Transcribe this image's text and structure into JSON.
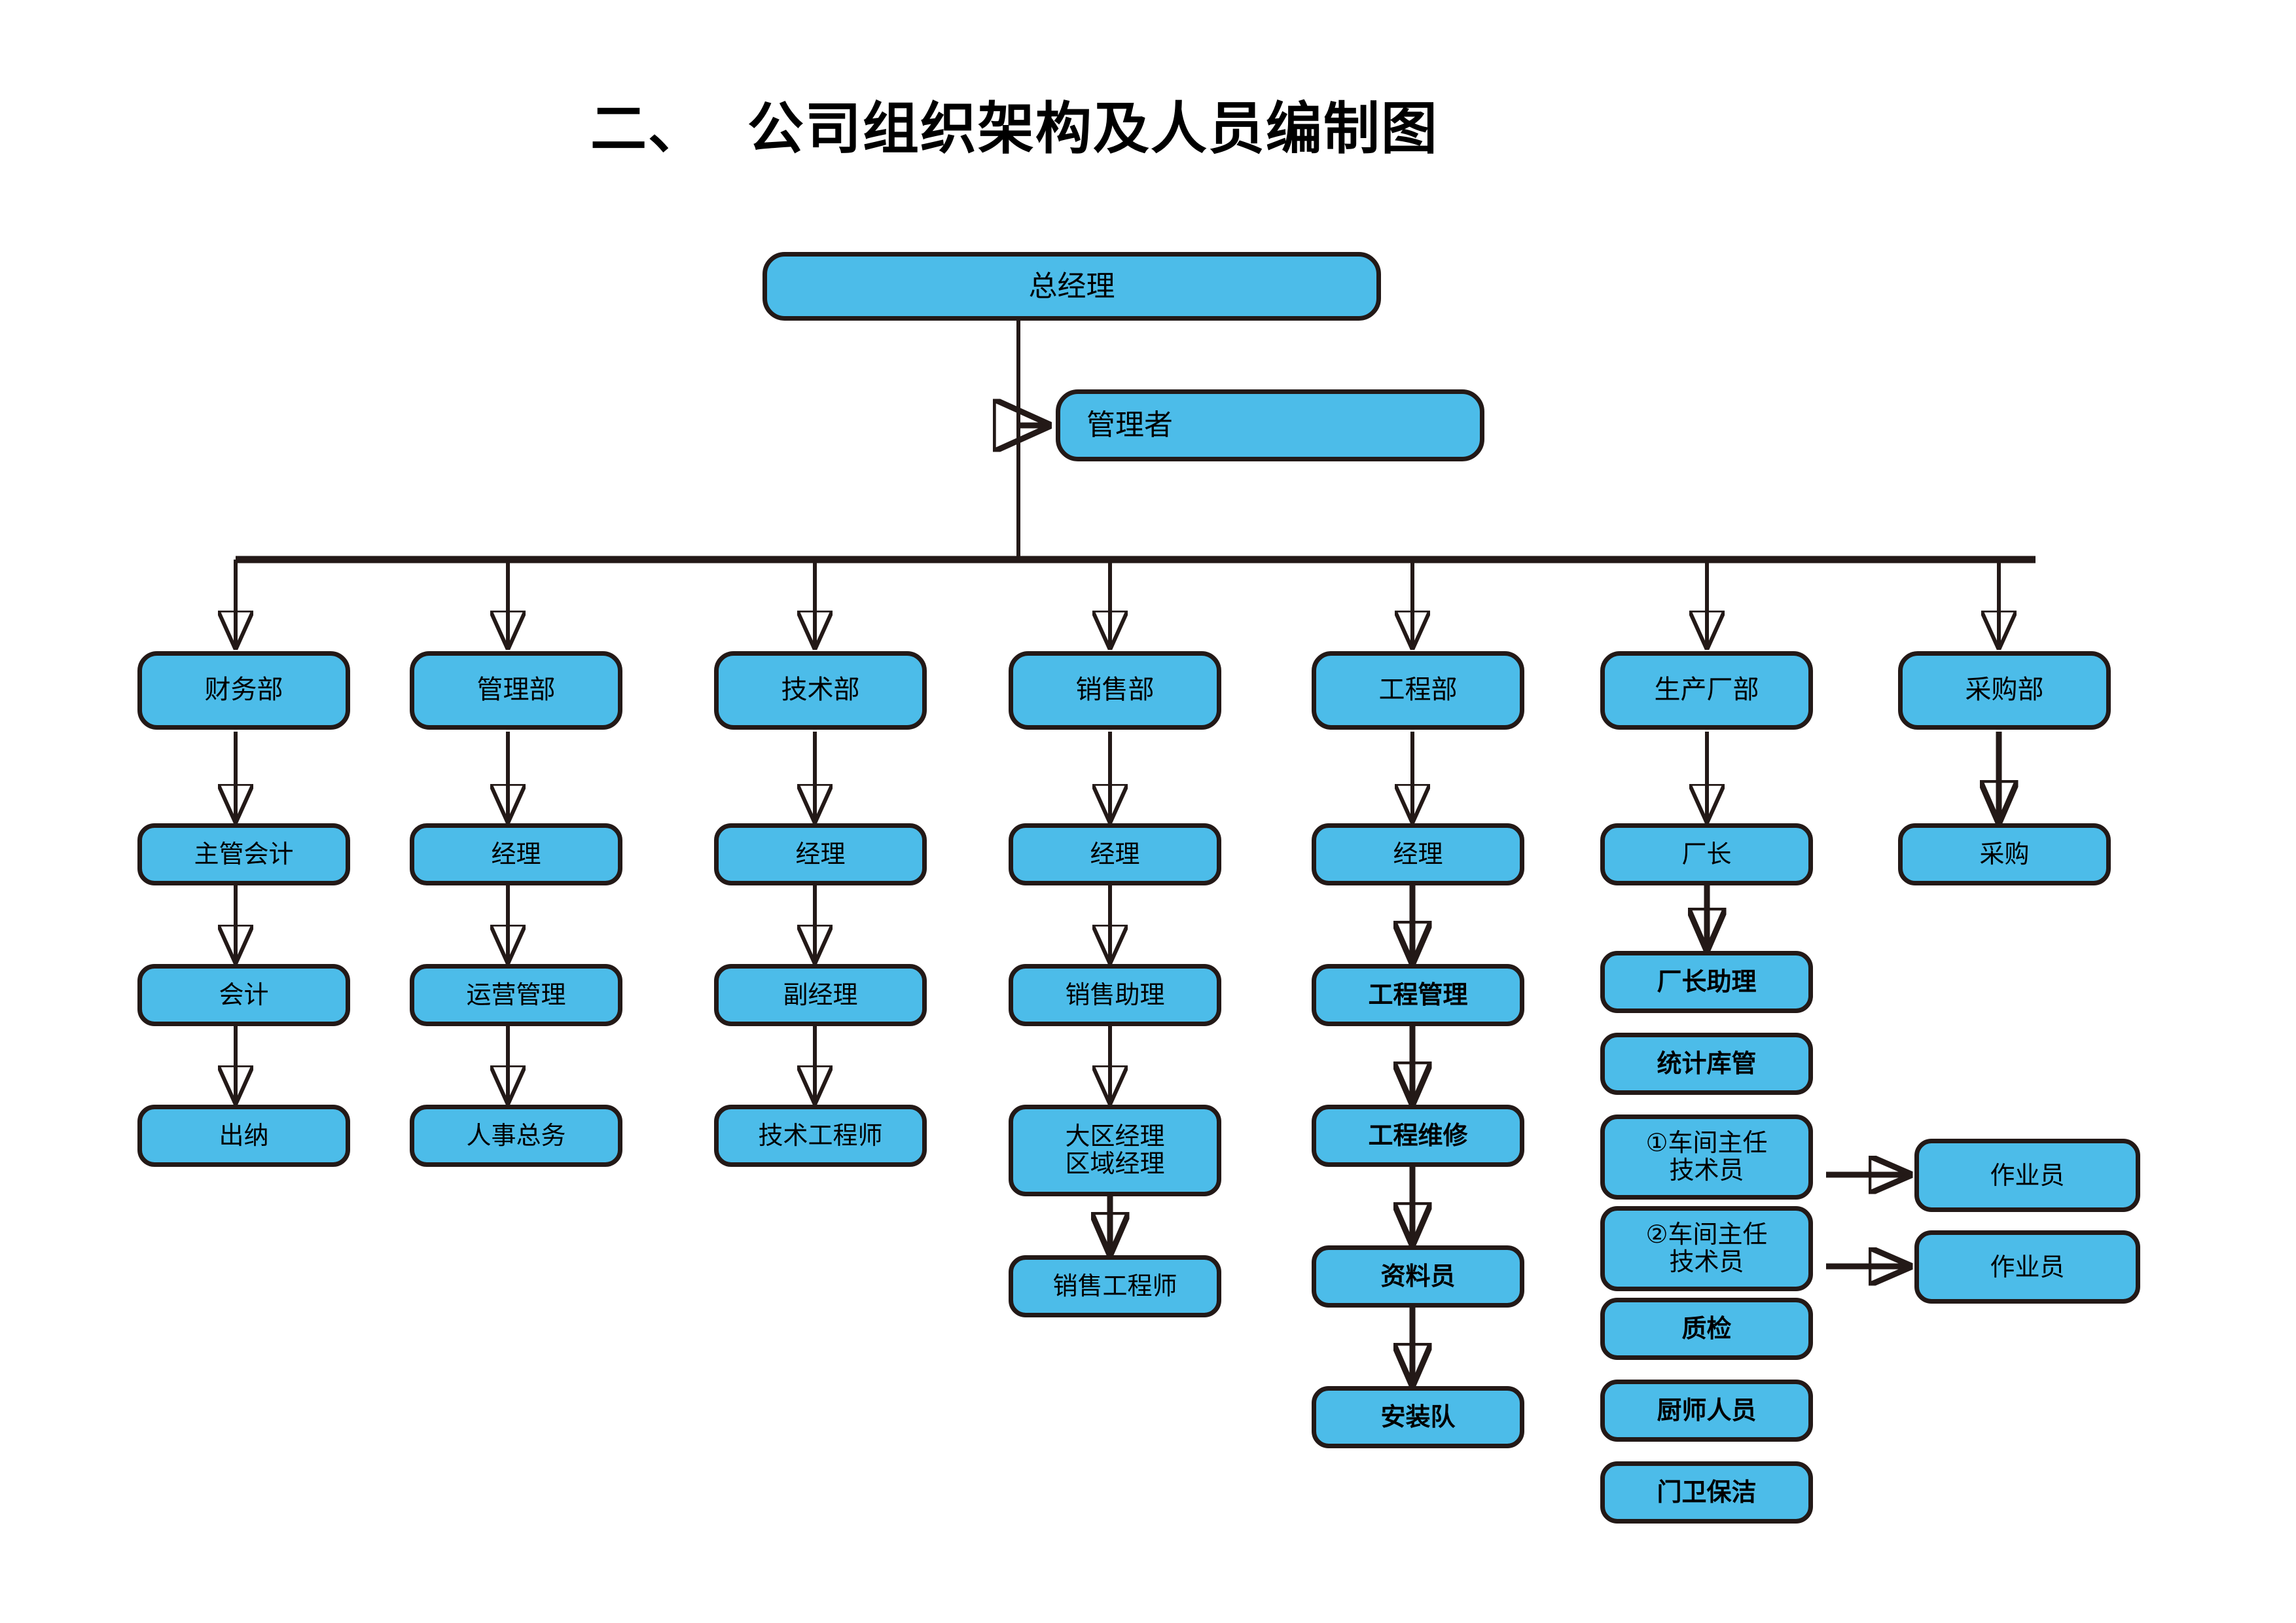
{
  "title": "二、  公司组织架构及人员编制图",
  "theme": {
    "node_fill": "#4CBCE9",
    "node_border": "#231917",
    "page_background": "#FFFFFF",
    "text_color": "#000000"
  },
  "top": {
    "general_manager": "总经理",
    "manager": "管理者"
  },
  "departments": [
    {
      "name": "财务部",
      "chain": [
        "主管会计",
        "会计",
        "出纳"
      ]
    },
    {
      "name": "管理部",
      "chain": [
        "经理",
        "运营管理",
        "人事总务"
      ]
    },
    {
      "name": "技术部",
      "chain": [
        "经理",
        "副经理",
        "技术工程师"
      ]
    },
    {
      "name": "销售部",
      "chain": [
        "经理",
        "销售助理",
        "大区经理\n区域经理",
        "销售工程师"
      ]
    },
    {
      "name": "工程部",
      "chain": [
        "经理",
        "工程管理",
        "工程维修",
        "资料员",
        "安装队"
      ]
    },
    {
      "name": "生产厂部",
      "chain": [
        "厂长",
        "厂长助理",
        "统计库管",
        "①车间主任\n技术员",
        "②车间主任\n技术员",
        "质检",
        "厨师人员",
        "门卫保洁"
      ]
    },
    {
      "name": "采购部",
      "chain": [
        "采购"
      ]
    }
  ],
  "operators": [
    "作业员",
    "作业员"
  ]
}
